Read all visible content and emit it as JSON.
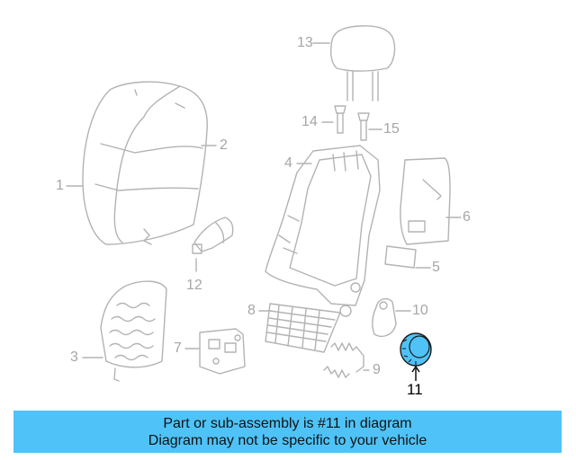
{
  "diagram": {
    "callouts": [
      {
        "id": "c1",
        "text": "1"
      },
      {
        "id": "c2",
        "text": "2"
      },
      {
        "id": "c3",
        "text": "3"
      },
      {
        "id": "c4",
        "text": "4"
      },
      {
        "id": "c5",
        "text": "5"
      },
      {
        "id": "c6",
        "text": "6"
      },
      {
        "id": "c7",
        "text": "7"
      },
      {
        "id": "c8",
        "text": "8"
      },
      {
        "id": "c9",
        "text": "9"
      },
      {
        "id": "c10",
        "text": "10"
      },
      {
        "id": "c11",
        "text": "11"
      },
      {
        "id": "c12",
        "text": "12"
      },
      {
        "id": "c13",
        "text": "13"
      },
      {
        "id": "c14",
        "text": "14"
      },
      {
        "id": "c15",
        "text": "15"
      }
    ],
    "highlighted_part": "11"
  },
  "colors": {
    "line_gray": "#b3b3b3",
    "label_gray": "#a6a6a6",
    "highlight_fill": "#4fc3f7",
    "banner_bg": "#4fc3f7"
  },
  "banner": {
    "line1": "Part or sub-assembly is #11 in diagram",
    "line2": "Diagram may not be specific to your vehicle"
  }
}
